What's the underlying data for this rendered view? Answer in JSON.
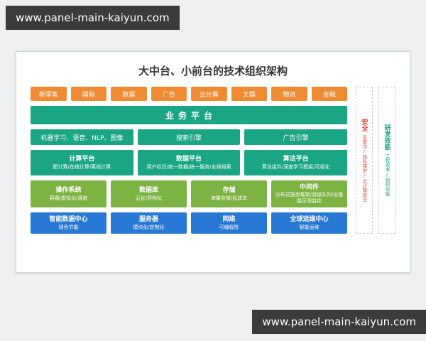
{
  "watermark_top": "www.panel-main-kaiyun.com",
  "watermark_bottom": "www.panel-main-kaiyun.com",
  "diagram": {
    "title": "大中台、小前台的技术组织架构",
    "business_units": [
      "新零售",
      "国际",
      "数据",
      "广告",
      "云计算",
      "文娱",
      "物流",
      "金融"
    ],
    "business_platform": "业务平台",
    "engine_row": [
      "机器学习、语音、NLP、图像",
      "搜索引擎",
      "广告引擎"
    ],
    "platform_row": [
      {
        "title": "计算平台",
        "desc": "图计算/在线计算/离线计算"
      },
      {
        "title": "数据平台",
        "desc": "用户标识/统一数据/统一服务/全局档案"
      },
      {
        "title": "算法平台",
        "desc": "算法组件/深度学习框架/可视化"
      }
    ],
    "infra_row": [
      {
        "title": "操作系统",
        "desc": "容器/虚拟化/调度"
      },
      {
        "title": "数据库",
        "desc": "云化/异构化"
      },
      {
        "title": "存储",
        "desc": "海量存储/低成本"
      },
      {
        "title": "中间件",
        "desc": "分布式服务框架/消息队列/全链路压测监控"
      }
    ],
    "datacenter_row": [
      {
        "title": "智能数据中心",
        "desc": "绿色节能"
      },
      {
        "title": "服务器",
        "desc": "模块化/定制化"
      },
      {
        "title": "网络",
        "desc": "可编程性"
      },
      {
        "title": "全球运维中心",
        "desc": "智能运维"
      }
    ],
    "side_bars": [
      {
        "title": "安全",
        "desc": "反欺诈/隐私保护/云计算安全",
        "color": "#e0483a"
      },
      {
        "title": "研发效能",
        "desc": "工程效率/组织效能",
        "color": "#17a284"
      }
    ],
    "colors": {
      "business_unit_orange": "#ef8b33",
      "platform_teal": "#1aa585",
      "infra_green": "#7cb342",
      "datacenter_blue": "#2878d5"
    }
  }
}
